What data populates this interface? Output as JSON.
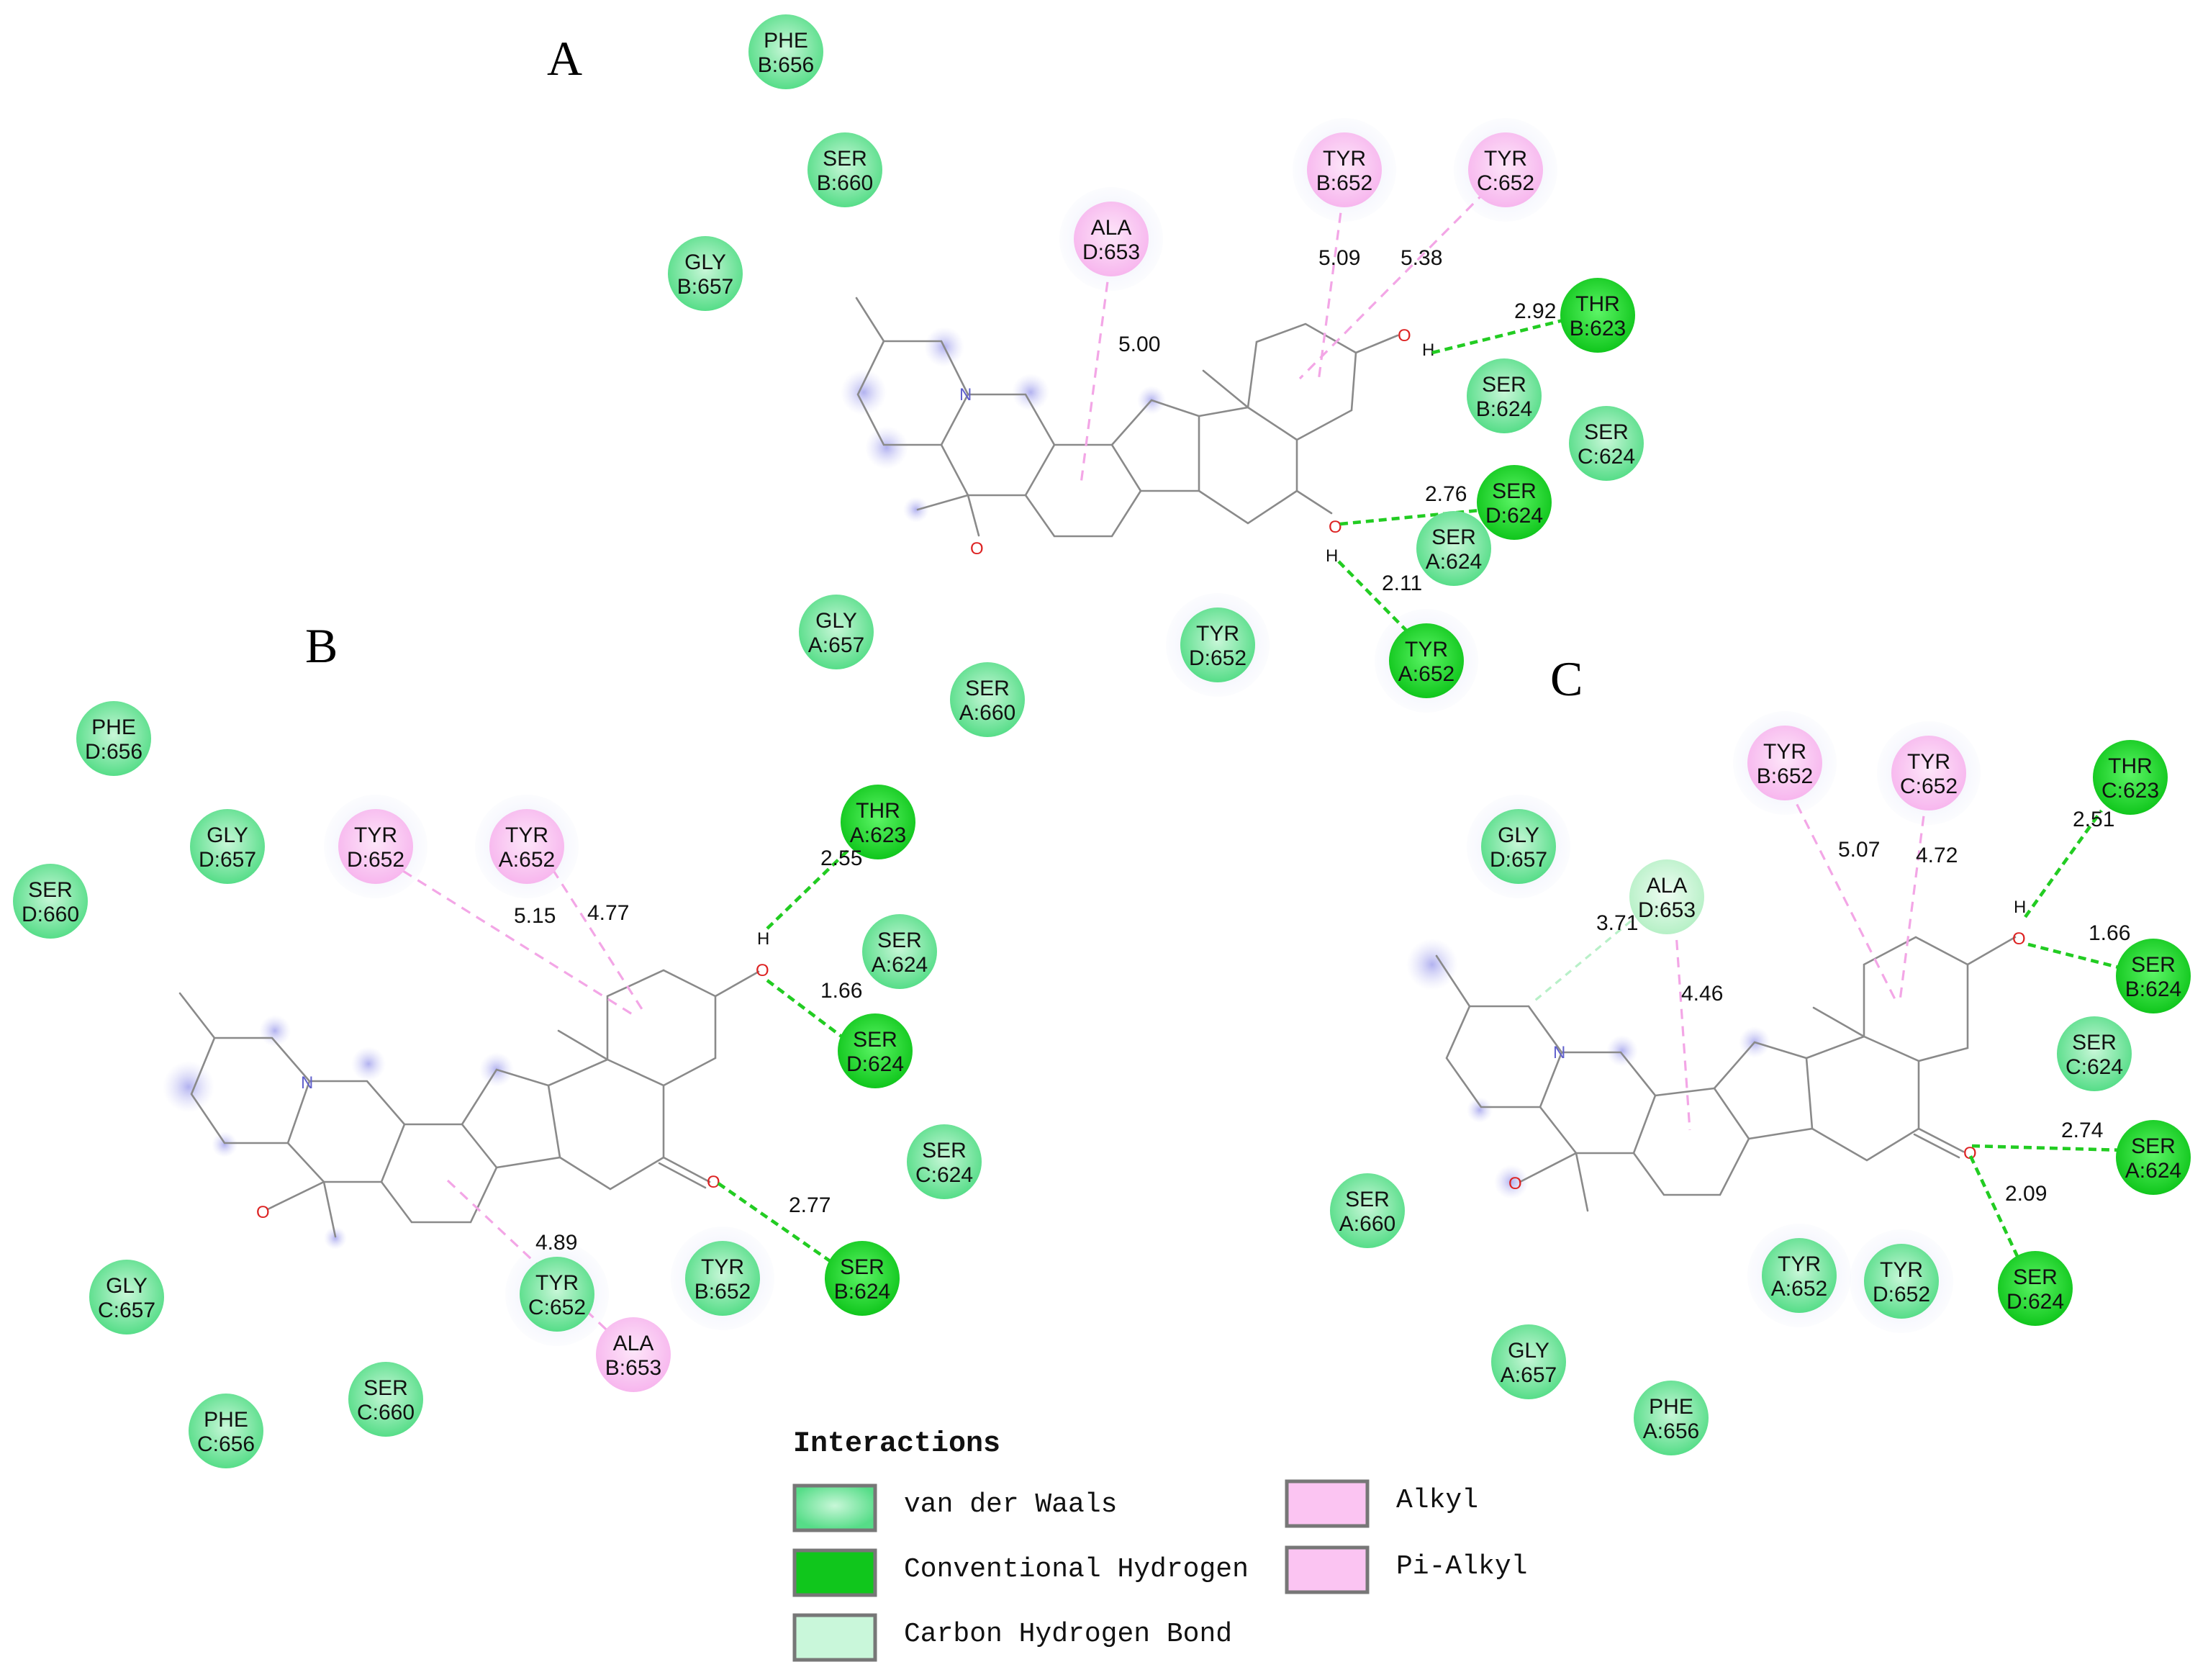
{
  "colors": {
    "vdw": "#7ee8a6",
    "hbond": "#22dd2e",
    "ch": "#c9f7da",
    "alkyl": "#fbc4f2",
    "halo": "#d8dcf6",
    "line_h": "#22cc22",
    "line_alkyl": "#f3a6e6",
    "line_ch": "#b8f0c8",
    "bond": "#8a8a8a",
    "nitrogen": "#6060cc",
    "oxygen": "#dd2222",
    "blob": "#b8b8f0"
  },
  "atom_labels": {
    "n": "N",
    "o": "O",
    "h": "H"
  },
  "panels": [
    {
      "letter": "A",
      "residues": [
        {
          "id": "A-phe-b656",
          "l1": "PHE",
          "l2": "B:656",
          "kind": "vdw"
        },
        {
          "id": "A-ser-b660",
          "l1": "SER",
          "l2": "B:660",
          "kind": "vdw"
        },
        {
          "id": "A-gly-b657",
          "l1": "GLY",
          "l2": "B:657",
          "kind": "vdw"
        },
        {
          "id": "A-ala-d653",
          "l1": "ALA",
          "l2": "D:653",
          "kind": "alkyl"
        },
        {
          "id": "A-tyr-b652",
          "l1": "TYR",
          "l2": "B:652",
          "kind": "alkyl"
        },
        {
          "id": "A-tyr-c652",
          "l1": "TYR",
          "l2": "C:652",
          "kind": "alkyl"
        },
        {
          "id": "A-thr-b623",
          "l1": "THR",
          "l2": "B:623",
          "kind": "hbond"
        },
        {
          "id": "A-ser-b624",
          "l1": "SER",
          "l2": "B:624",
          "kind": "vdw"
        },
        {
          "id": "A-ser-c624",
          "l1": "SER",
          "l2": "C:624",
          "kind": "vdw"
        },
        {
          "id": "A-ser-d624",
          "l1": "SER",
          "l2": "D:624",
          "kind": "hbond"
        },
        {
          "id": "A-ser-a624",
          "l1": "SER",
          "l2": "A:624",
          "kind": "vdw"
        },
        {
          "id": "A-tyr-a652",
          "l1": "TYR",
          "l2": "A:652",
          "kind": "hbond"
        },
        {
          "id": "A-tyr-d652",
          "l1": "TYR",
          "l2": "D:652",
          "kind": "vdw"
        },
        {
          "id": "A-gly-a657",
          "l1": "GLY",
          "l2": "A:657",
          "kind": "vdw"
        },
        {
          "id": "A-ser-a660",
          "l1": "SER",
          "l2": "A:660",
          "kind": "vdw"
        }
      ],
      "interactions": [
        {
          "id": "A-i1",
          "kind": "alkyl",
          "dist": "5.00"
        },
        {
          "id": "A-i2",
          "kind": "alkyl",
          "dist": "5.09"
        },
        {
          "id": "A-i3",
          "kind": "alkyl",
          "dist": "5.38"
        },
        {
          "id": "A-i4",
          "kind": "hbond",
          "dist": "2.92"
        },
        {
          "id": "A-i5",
          "kind": "hbond",
          "dist": "2.76"
        },
        {
          "id": "A-i6",
          "kind": "hbond",
          "dist": "2.11"
        }
      ]
    },
    {
      "letter": "B",
      "residues": [
        {
          "id": "B-phe-d656",
          "l1": "PHE",
          "l2": "D:656",
          "kind": "vdw"
        },
        {
          "id": "B-ser-d660",
          "l1": "SER",
          "l2": "D:660",
          "kind": "vdw"
        },
        {
          "id": "B-gly-d657",
          "l1": "GLY",
          "l2": "D:657",
          "kind": "vdw"
        },
        {
          "id": "B-tyr-d652",
          "l1": "TYR",
          "l2": "D:652",
          "kind": "alkyl"
        },
        {
          "id": "B-tyr-a652",
          "l1": "TYR",
          "l2": "A:652",
          "kind": "alkyl"
        },
        {
          "id": "B-thr-a623",
          "l1": "THR",
          "l2": "A:623",
          "kind": "hbond"
        },
        {
          "id": "B-ser-a624",
          "l1": "SER",
          "l2": "A:624",
          "kind": "vdw"
        },
        {
          "id": "B-ser-d624",
          "l1": "SER",
          "l2": "D:624",
          "kind": "hbond"
        },
        {
          "id": "B-ser-c624",
          "l1": "SER",
          "l2": "C:624",
          "kind": "vdw"
        },
        {
          "id": "B-ser-b624",
          "l1": "SER",
          "l2": "B:624",
          "kind": "hbond"
        },
        {
          "id": "B-tyr-b652",
          "l1": "TYR",
          "l2": "B:652",
          "kind": "vdw"
        },
        {
          "id": "B-tyr-c652",
          "l1": "TYR",
          "l2": "C:652",
          "kind": "vdw"
        },
        {
          "id": "B-ala-b653",
          "l1": "ALA",
          "l2": "B:653",
          "kind": "alkyl"
        },
        {
          "id": "B-gly-c657",
          "l1": "GLY",
          "l2": "C:657",
          "kind": "vdw"
        },
        {
          "id": "B-ser-c660",
          "l1": "SER",
          "l2": "C:660",
          "kind": "vdw"
        },
        {
          "id": "B-phe-c656",
          "l1": "PHE",
          "l2": "C:656",
          "kind": "vdw"
        }
      ],
      "interactions": [
        {
          "id": "B-i1",
          "kind": "alkyl",
          "dist": "5.15"
        },
        {
          "id": "B-i2",
          "kind": "alkyl",
          "dist": "4.77"
        },
        {
          "id": "B-i3",
          "kind": "hbond",
          "dist": "2.55"
        },
        {
          "id": "B-i4",
          "kind": "hbond",
          "dist": "1.66"
        },
        {
          "id": "B-i5",
          "kind": "hbond",
          "dist": "2.77"
        },
        {
          "id": "B-i6",
          "kind": "alkyl",
          "dist": "4.89"
        }
      ]
    },
    {
      "letter": "C",
      "residues": [
        {
          "id": "C-gly-d657",
          "l1": "GLY",
          "l2": "D:657",
          "kind": "vdw"
        },
        {
          "id": "C-ala-d653",
          "l1": "ALA",
          "l2": "D:653",
          "kind": "ch"
        },
        {
          "id": "C-tyr-b652",
          "l1": "TYR",
          "l2": "B:652",
          "kind": "alkyl"
        },
        {
          "id": "C-tyr-c652",
          "l1": "TYR",
          "l2": "C:652",
          "kind": "alkyl"
        },
        {
          "id": "C-thr-c623",
          "l1": "THR",
          "l2": "C:623",
          "kind": "hbond"
        },
        {
          "id": "C-ser-b624",
          "l1": "SER",
          "l2": "B:624",
          "kind": "hbond"
        },
        {
          "id": "C-ser-c624",
          "l1": "SER",
          "l2": "C:624",
          "kind": "vdw"
        },
        {
          "id": "C-ser-a624",
          "l1": "SER",
          "l2": "A:624",
          "kind": "hbond"
        },
        {
          "id": "C-ser-d624",
          "l1": "SER",
          "l2": "D:624",
          "kind": "hbond"
        },
        {
          "id": "C-ser-a660",
          "l1": "SER",
          "l2": "A:660",
          "kind": "vdw"
        },
        {
          "id": "C-tyr-a652",
          "l1": "TYR",
          "l2": "A:652",
          "kind": "vdw"
        },
        {
          "id": "C-tyr-d652",
          "l1": "TYR",
          "l2": "D:652",
          "kind": "vdw"
        },
        {
          "id": "C-gly-a657",
          "l1": "GLY",
          "l2": "A:657",
          "kind": "vdw"
        },
        {
          "id": "C-phe-a656",
          "l1": "PHE",
          "l2": "A:656",
          "kind": "vdw"
        }
      ],
      "interactions": [
        {
          "id": "C-i1",
          "kind": "ch",
          "dist": "3.71"
        },
        {
          "id": "C-i2",
          "kind": "alkyl",
          "dist": "4.46"
        },
        {
          "id": "C-i3",
          "kind": "alkyl",
          "dist": "5.07"
        },
        {
          "id": "C-i4",
          "kind": "alkyl",
          "dist": "4.72"
        },
        {
          "id": "C-i5",
          "kind": "hbond",
          "dist": "2.51"
        },
        {
          "id": "C-i6",
          "kind": "hbond",
          "dist": "1.66"
        },
        {
          "id": "C-i7",
          "kind": "hbond",
          "dist": "2.74"
        },
        {
          "id": "C-i8",
          "kind": "hbond",
          "dist": "2.09"
        }
      ]
    }
  ],
  "legend": {
    "title": "Interactions",
    "items": [
      {
        "kind": "vdw",
        "label": "van der Waals"
      },
      {
        "kind": "hbond",
        "label": "Conventional Hydrogen"
      },
      {
        "kind": "ch",
        "label": "Carbon Hydrogen Bond"
      },
      {
        "kind": "alkyl",
        "label": "Alkyl"
      },
      {
        "kind": "alkyl",
        "label": "Pi-Alkyl"
      }
    ]
  }
}
